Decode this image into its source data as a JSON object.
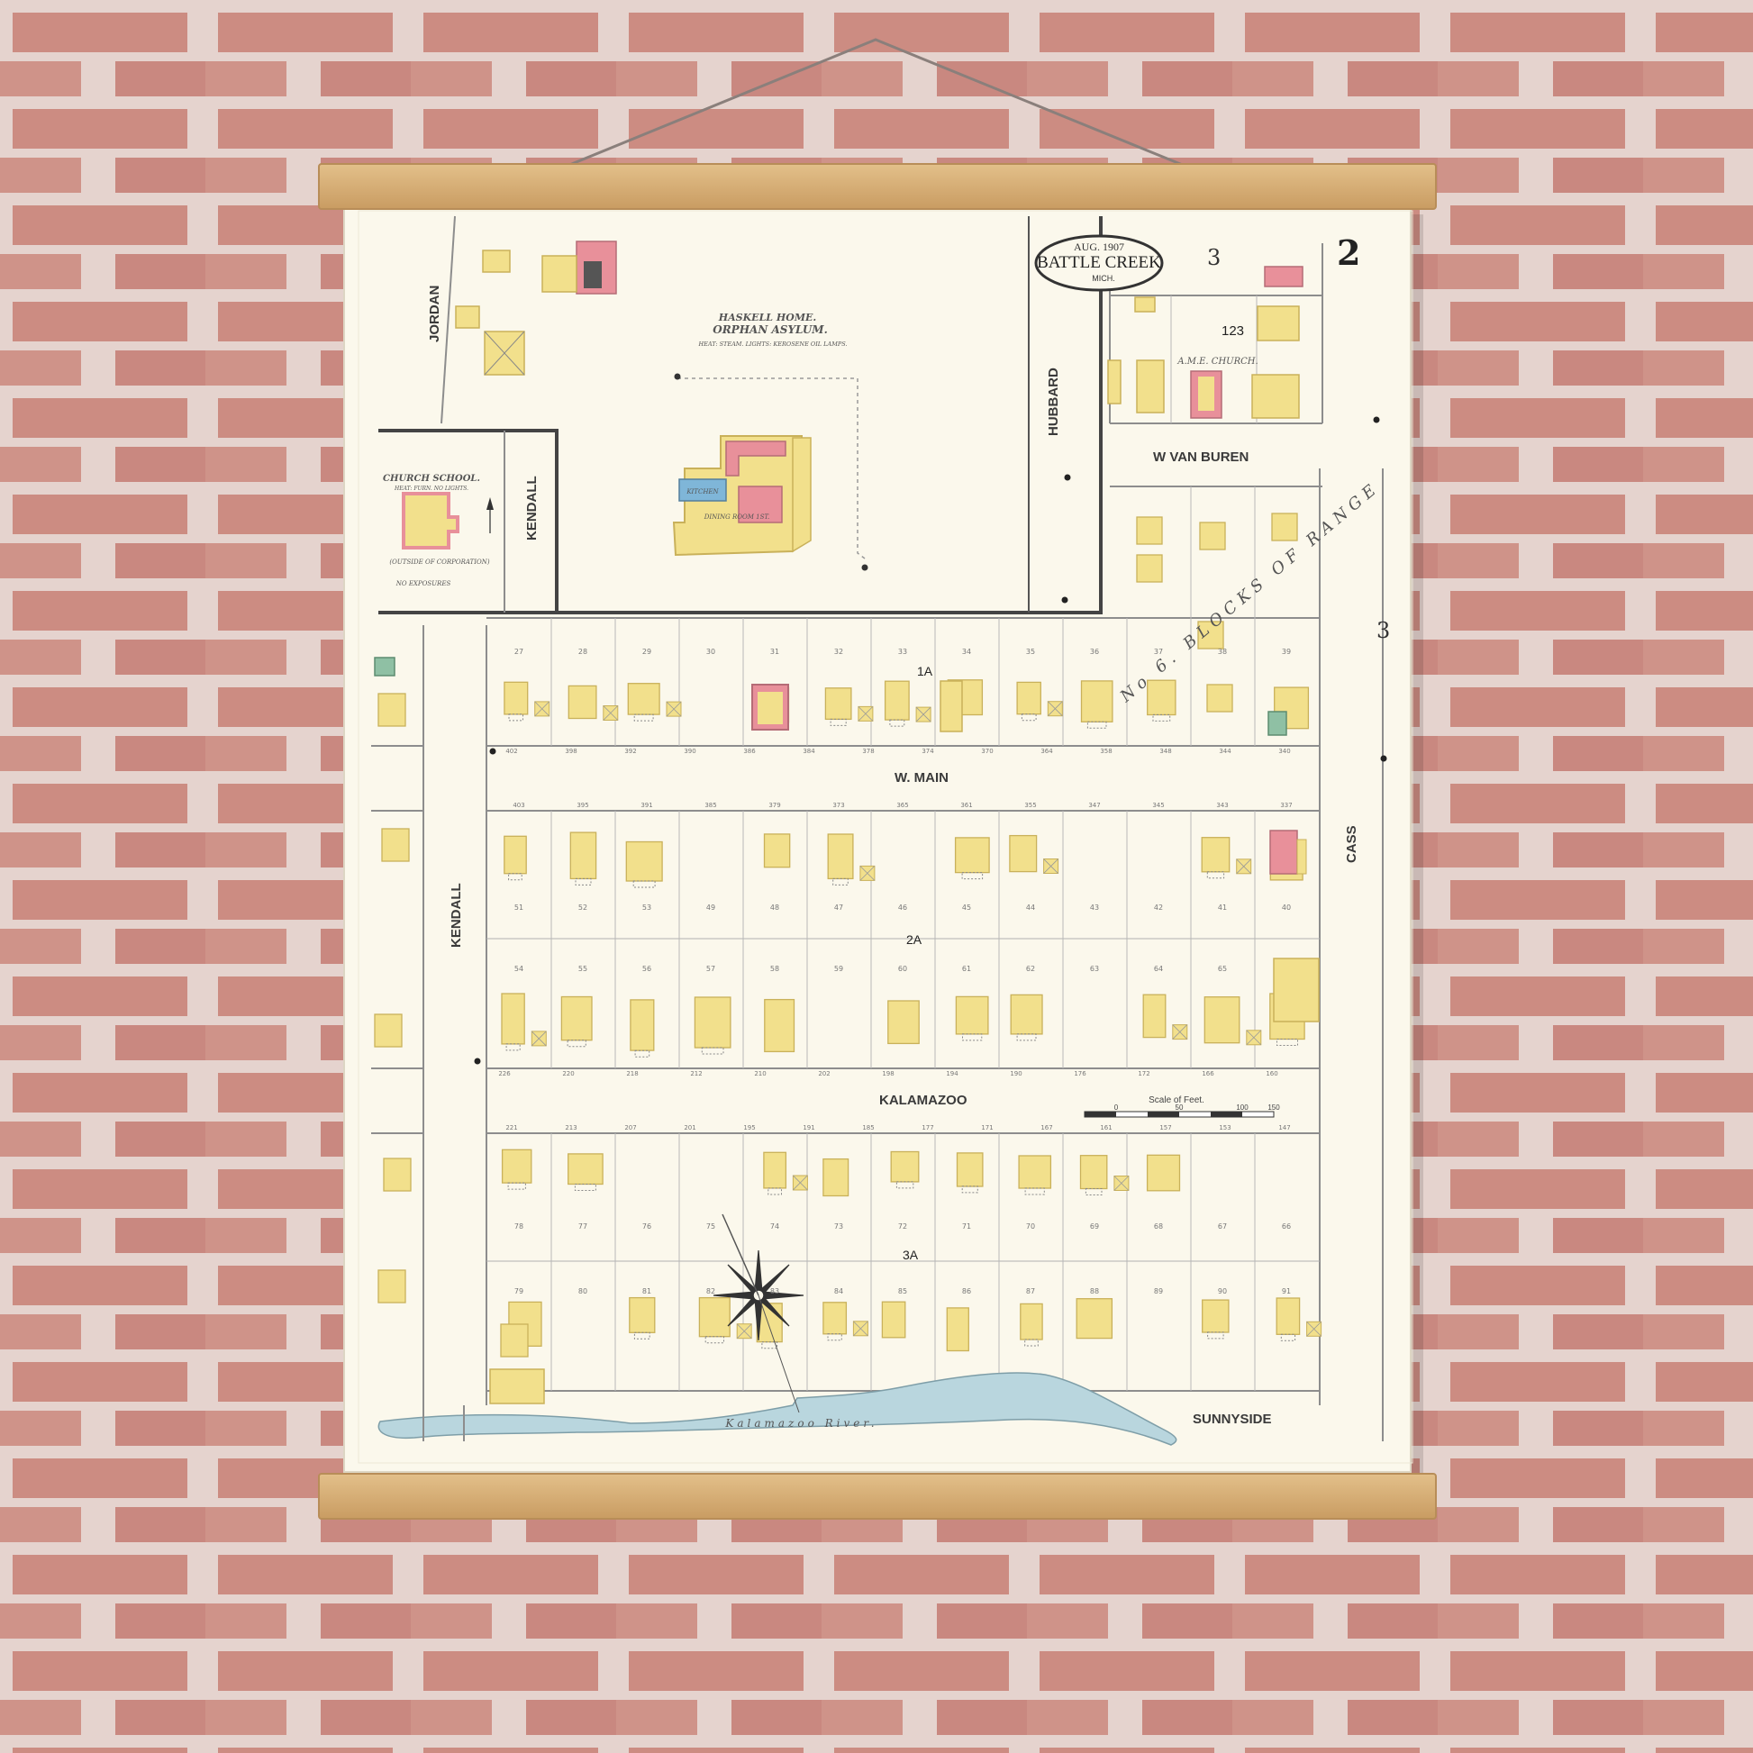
{
  "title_cartouche": {
    "date": "AUG. 1907",
    "city": "BATTLE CREEK",
    "state": "MICH."
  },
  "sheet_number": "2",
  "adjacent_sheets": {
    "top": "3",
    "right": "3"
  },
  "streets": {
    "jordan": "JORDAN",
    "kendall_top": "KENDALL",
    "kendall_mid": "KENDALL",
    "hubbard": "HUBBARD",
    "van_buren": "W VAN BUREN",
    "main": "W. MAIN",
    "cass": "CASS",
    "kalamazoo": "KALAMAZOO",
    "sunnyside": "SUNNYSIDE"
  },
  "institutions": {
    "haskell_home": "HASKELL HOME.",
    "orphan_asylum": "ORPHAN ASYLUM.",
    "asylum_note": "HEAT: STEAM. LIGHTS: KEROSENE OIL LAMPS.",
    "church_school": "CHURCH SCHOOL.",
    "church_school_note": "HEAT: FURN. NO LIGHTS.",
    "outside_corporation": "(OUTSIDE OF CORPORATION)",
    "no_exposures": "NO EXPOSURES",
    "ame_church": "A.M.E. CHURCH.",
    "kitchen": "KITCHEN",
    "dining_room": "DINING ROOM 1ST."
  },
  "block_labels": [
    "123",
    "1A",
    "2A",
    "3A"
  ],
  "range_text": "No 6. BLOCKS OF RANGE",
  "river": "Kalamazoo River.",
  "scale": {
    "label": "Scale of Feet.",
    "ticks": [
      "0",
      "50",
      "100",
      "150"
    ]
  },
  "lots_row1": [
    "27",
    "28",
    "29",
    "30",
    "31",
    "32",
    "33",
    "34",
    "35",
    "36",
    "37",
    "38",
    "39"
  ],
  "lots_row2": [
    "51",
    "52",
    "53",
    "49",
    "48",
    "47",
    "46",
    "45",
    "44",
    "43",
    "42",
    "41",
    "40"
  ],
  "lots_row3": [
    "54",
    "55",
    "56",
    "57",
    "58",
    "59",
    "60",
    "61",
    "62",
    "63",
    "64",
    "65"
  ],
  "lots_row4": [
    "78",
    "77",
    "76",
    "75",
    "74",
    "73",
    "72",
    "71",
    "70",
    "69",
    "68",
    "67",
    "66"
  ],
  "lots_row5": [
    "79",
    "80",
    "81",
    "82",
    "83",
    "84",
    "85",
    "86",
    "87",
    "88",
    "89",
    "90",
    "91"
  ],
  "addr_main_north": [
    "402",
    "398",
    "392",
    "390",
    "386",
    "384",
    "378",
    "374",
    "370",
    "364",
    "358",
    "348",
    "344",
    "340"
  ],
  "addr_main_south": [
    "403",
    "395",
    "391",
    "385",
    "379",
    "373",
    "365",
    "361",
    "355",
    "347",
    "345",
    "343",
    "337"
  ],
  "addr_kalamazoo_north": [
    "226",
    "220",
    "218",
    "212",
    "210",
    "202",
    "198",
    "194",
    "190",
    "176",
    "172",
    "166",
    "160"
  ],
  "addr_kalamazoo_south": [
    "221",
    "213",
    "207",
    "201",
    "195",
    "191",
    "185",
    "177",
    "171",
    "167",
    "161",
    "157",
    "153",
    "147"
  ],
  "colors": {
    "brick": "#cc8c82",
    "mortar": "#e5d3ce",
    "dwelling": "#f2e08c",
    "brick_bldg": "#e8909a",
    "river": "#b9d6de",
    "paper": "#fbf8ec",
    "wood": "#d9b07a"
  }
}
